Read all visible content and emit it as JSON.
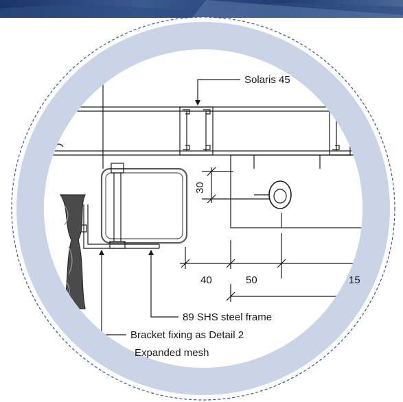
{
  "detail": {
    "callout_top": "Solaris 45",
    "dimensions": {
      "vertical_offset": "30",
      "gap_left": "40",
      "gap_middle": "50",
      "gap_right": "15"
    },
    "callouts": {
      "frame": "89 SHS steel frame",
      "bracket": "Bracket fixing as Detail 2",
      "mesh": "Expanded mesh"
    }
  },
  "style": {
    "ring_color": "#cbd3e6",
    "dashed_outline_color": "#3b4f9a",
    "line_color": "#1a1a1a",
    "frame_color": "#5a5a5a",
    "banner_color": "#243f78"
  }
}
